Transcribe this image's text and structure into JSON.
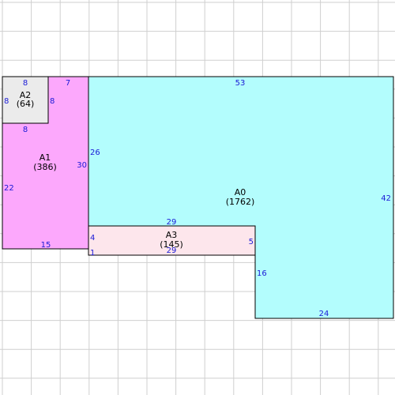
{
  "colors": {
    "grid": "#cfcfcf",
    "outline": "#000000",
    "dimension_text": "#1a1ad6",
    "A0": "#b3fdfd",
    "A1": "#fca8fc",
    "A2": "#ebebeb",
    "A3": "#fde6ec"
  },
  "areas": {
    "A0": {
      "name": "A0",
      "area": "(1762)"
    },
    "A1": {
      "name": "A1",
      "area": "(386)"
    },
    "A2": {
      "name": "A2",
      "area": "(64)"
    },
    "A3": {
      "name": "A3",
      "area": "(145)"
    }
  },
  "dimensions": {
    "a0_top": "53",
    "a0_right": "42",
    "a0_bottom": "24",
    "a0_lower_left": "16",
    "a0_inner_left": "26",
    "a0_over_a3": "29",
    "a1_top": "7",
    "a1_right": "30",
    "a1_left": "22",
    "a1_bottom": "15",
    "a1_under_a2": "8",
    "a2_top": "8",
    "a2_left": "8",
    "a2_right": "8",
    "a3_left": "4",
    "a3_right": "5",
    "a3_bottom": "29",
    "a3_lower_left": "1"
  }
}
